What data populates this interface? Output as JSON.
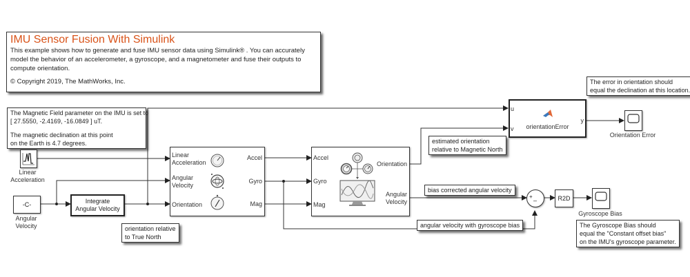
{
  "title_box": {
    "title": "IMU Sensor Fusion With Simulink",
    "description": "This example shows how to generate and fuse IMU sensor data using Simulink® . You can accurately model the behavior of an accelerometer, a gyroscope, and a magnetometer and fuse their outputs to compute orientation.",
    "copyright": "©  Copyright 2019, The MathWorks, Inc."
  },
  "annotations": {
    "magnetic_field_line1": "The Magnetic Field parameter on the IMU is set to",
    "magnetic_field_line2": "[ 27.5550, -2.4169, -16.0849 ] uT.",
    "declination_line1": "The magnetic declination at this point",
    "declination_line2": "on the Earth is  4.7 degrees.",
    "orientation_true_north_line1": "orientation relative",
    "orientation_true_north_line2": "to True North",
    "estimated_orientation_line1": "estimated orientation",
    "estimated_orientation_line2": "relative to Magnetic North",
    "error_note_line1": "The error in orientation should",
    "error_note_line2": "equal the declination at this location.",
    "bias_corrected": "bias corrected angular velocity",
    "with_bias": "angular velocity with gyroscope bias",
    "gyro_bias_note_line1": "The Gyroscope Bias should",
    "gyro_bias_note_line2": "equal the \"Constant offset bias\"",
    "gyro_bias_note_line3": "on the IMU's gyroscope parameter."
  },
  "blocks": {
    "linear_acceleration": {
      "label_line1": "Linear",
      "label_line2": "Acceleration"
    },
    "angular_velocity_const": {
      "text": "-C-",
      "label_line1": "Angular",
      "label_line2": "Velocity"
    },
    "integrate": {
      "line1": "Integrate",
      "line2": "Angular Velocity"
    },
    "imu": {
      "inputs": [
        "Linear Acceleration",
        "Angular Velocity",
        "Orientation"
      ],
      "input_lines": [
        [
          "Linear",
          "Acceleration"
        ],
        [
          "Angular",
          "Velocity"
        ],
        [
          "Orientation"
        ]
      ],
      "outputs": [
        "Accel",
        "Gyro",
        "Mag"
      ]
    },
    "ahrs": {
      "inputs": [
        "Accel",
        "Gyro",
        "Mag"
      ],
      "outputs": [
        "Orientation",
        "Angular Velocity"
      ],
      "output_lines": [
        [
          "Orientation"
        ],
        [
          "Angular",
          "Velocity"
        ]
      ]
    },
    "orientation_error": {
      "name": "orientationError",
      "inputs": [
        "u",
        "v"
      ],
      "output": "y"
    },
    "orientation_error_scope": {
      "label": "Orientation Error"
    },
    "sum": {
      "plus": "+",
      "minus": "–"
    },
    "r2d": {
      "text": "R2D"
    },
    "gyroscope_bias_scope": {
      "label": "Gyroscope Bias"
    }
  },
  "colors": {
    "title": "#d95319",
    "matlab_logo_a": "#e16737",
    "matlab_logo_b": "#3b7bbf"
  }
}
